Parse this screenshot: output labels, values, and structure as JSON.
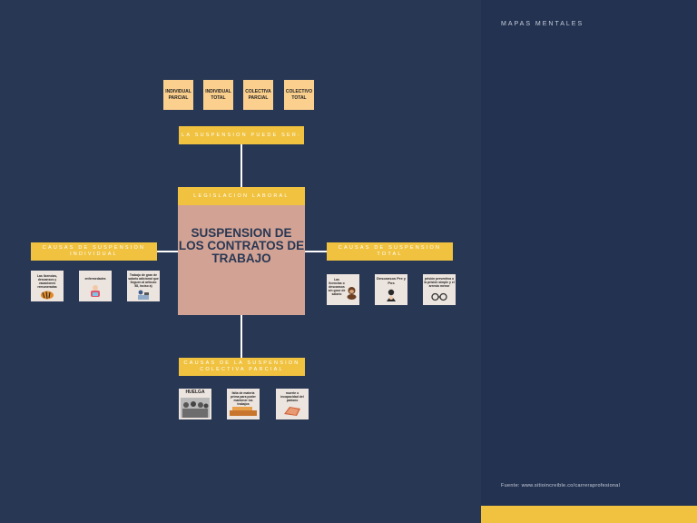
{
  "panel": {
    "title": "MAPAS MENTALES",
    "source": "Fuente: www.sitioincreible.co/carreraprofesional",
    "accent_color": "#f0c23f",
    "background_color": "#233250"
  },
  "map": {
    "center": {
      "header": "LEGISLACION LABORAL",
      "title": "SUSPENSION DE LOS CONTRATOS DE TRABAJO"
    },
    "top": {
      "header": "LA SUSPENSION PUEDE SER:",
      "notes": [
        "INDIVIDUAL PARCIAL",
        "INDIVIDUAL TOTAL",
        "COLECTIVA PARCIAL",
        "COLECTIVO TOTAL"
      ]
    },
    "left": {
      "header": "CAUSAS DE SUSPENSION INDIVIDUAL",
      "cards": [
        {
          "text": "Las licencias, descansos y vacaciones remuneradas",
          "icon": "tiger-icon"
        },
        {
          "text": "enfermedades",
          "icon": "sick-person-icon"
        },
        {
          "text": "Trabajo de gran de salario adicional que lleguen al articulo 58, inciso a)",
          "icon": "office-worker-icon"
        }
      ]
    },
    "right": {
      "header": "CAUSAS DE SUSPENSION TOTAL",
      "cards": [
        {
          "text": "Las licencias o descansos sin goce de salario",
          "icon": "monkey-icon"
        },
        {
          "text": "Descansos Pre y Pos",
          "icon": "baby-icon"
        },
        {
          "text": "prisión preventiva o la prisión simple y el arresto menor",
          "icon": "handcuffs-icon"
        }
      ]
    },
    "bottom": {
      "header": "CAUSAS DE LA SUSPENSION COLECTIVA PARCIAL",
      "cards": [
        {
          "text": "HUELGA",
          "icon": "strike-crowd-icon"
        },
        {
          "text": "falta de materia prima para poder mantener los trabajos",
          "icon": "raw-materials-icon"
        },
        {
          "text": "muerte o incapacidad del patrono",
          "icon": "coffin-icon"
        }
      ]
    }
  }
}
